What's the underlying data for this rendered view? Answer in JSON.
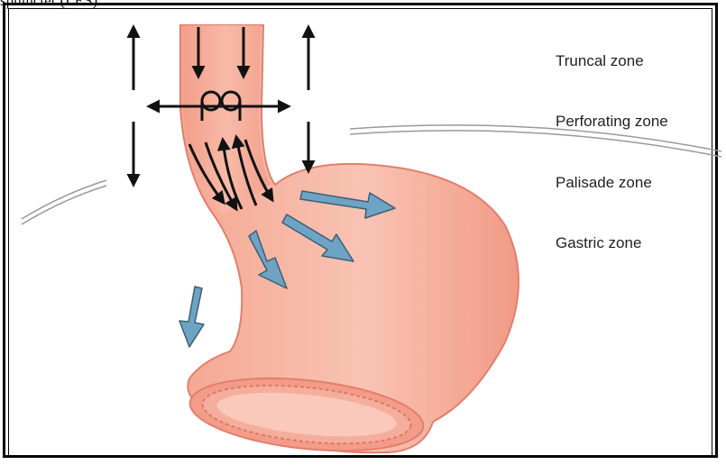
{
  "caption_fragment": "sphincter (LES)",
  "zones": [
    {
      "label": "Truncal zone"
    },
    {
      "label": "Perforating zone"
    },
    {
      "label": "Palisade zone"
    },
    {
      "label": "Gastric zone"
    }
  ],
  "colors": {
    "esophagus_fill": "#f4aa98",
    "esophagus_edge": "#e27f6c",
    "flow_arrow": "#6fa3c4",
    "flow_arrow_edge": "#3a5f78",
    "vessel_arrow": "#111111",
    "diaphragm_line": "#9a9a9a"
  }
}
